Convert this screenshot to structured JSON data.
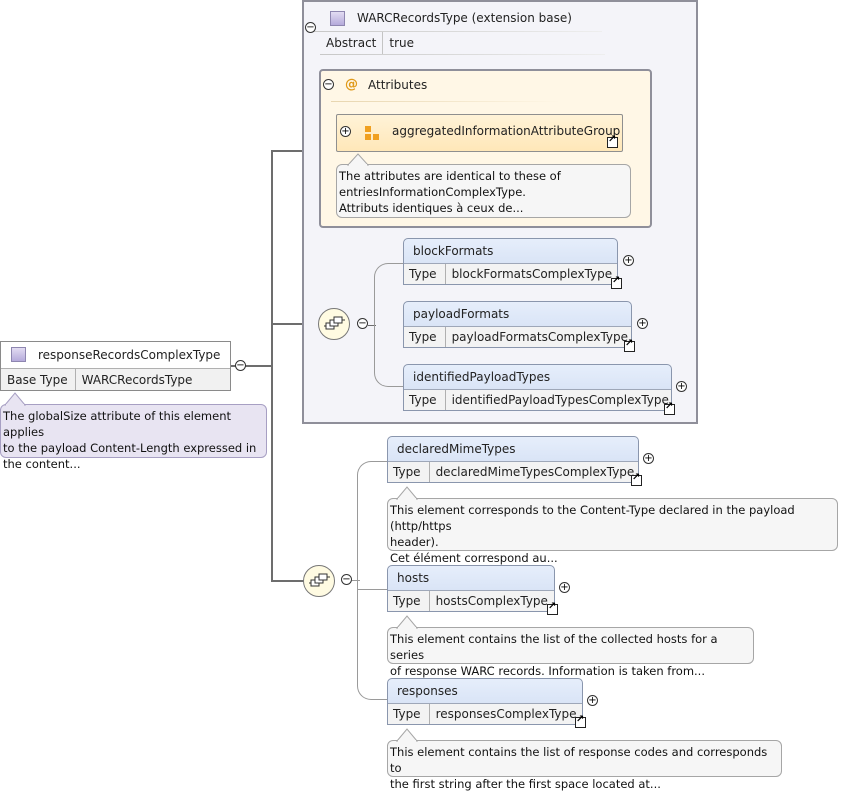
{
  "root": {
    "name": "responseRecordsComplexType",
    "base_key": "Base Type",
    "base_value": "WARCRecordsType",
    "doc": [
      "The globalSize attribute of this element applies",
      "to the payload Content-Length expressed in",
      "the content..."
    ]
  },
  "extension": {
    "title": "WARCRecordsType (extension base)",
    "abstract_key": "Abstract",
    "abstract_value": "true",
    "attributes_title": "Attributes",
    "attr_group": "aggregatedInformationAttributeGroup",
    "attr_doc": [
      "The attributes are identical to these of",
      "entriesInformationComplexType.",
      "Attributs identiques à ceux de..."
    ],
    "elements": [
      {
        "name": "blockFormats",
        "type_key": "Type",
        "type_value": "blockFormatsComplexType"
      },
      {
        "name": "payloadFormats",
        "type_key": "Type",
        "type_value": "payloadFormatsComplexType"
      },
      {
        "name": "identifiedPayloadTypes",
        "type_key": "Type",
        "type_value": "identifiedPayloadTypesComplexType"
      }
    ]
  },
  "sequence2": [
    {
      "name": "declaredMimeTypes",
      "type_key": "Type",
      "type_value": "declaredMimeTypesComplexType",
      "doc": [
        "This element corresponds to the Content-Type declared in the payload (http/https",
        "header).",
        "Cet élément correspond au..."
      ]
    },
    {
      "name": "hosts",
      "type_key": "Type",
      "type_value": "hostsComplexType",
      "doc": [
        "This element contains the list of the collected hosts for a series",
        "of response WARC records. Information is taken from..."
      ]
    },
    {
      "name": "responses",
      "type_key": "Type",
      "type_value": "responsesComplexType",
      "doc": [
        "This element contains the list of response codes and corresponds to",
        "the first string after the first space located at..."
      ]
    }
  ],
  "symbols": {
    "collapse": "−",
    "expand": "+",
    "at": "@"
  },
  "colors": {
    "element_header": "#d6e2f5",
    "attributes_bg": "#fff7e6",
    "extension_bg": "#f4f4f9",
    "doc_purple": "#e8e4f2",
    "attr_icon": "#f0a020"
  }
}
